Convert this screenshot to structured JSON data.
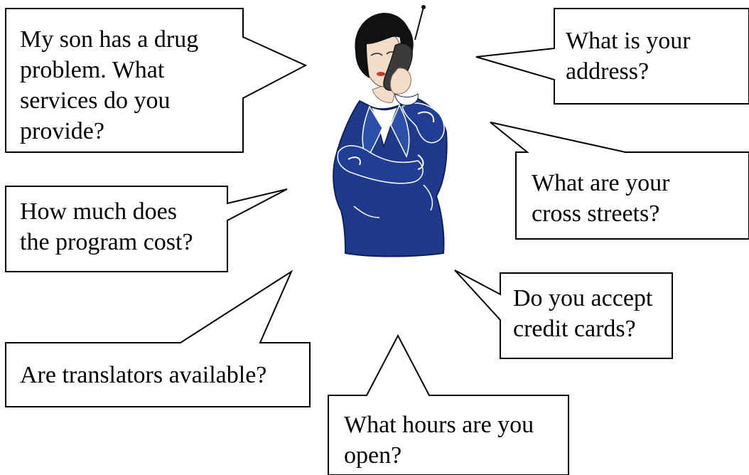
{
  "colors": {
    "ink": "#000000",
    "paper": "#ffffff",
    "suit": "#1f3a8a",
    "suit_dark": "#0d1f5c",
    "hair": "#111111",
    "skin": "#f3dcc8",
    "lips": "#c0392b",
    "phone": "#3a3a3a"
  },
  "figure": {
    "icon": "woman-on-phone-icon"
  },
  "questions": [
    {
      "id": "drug-problem",
      "text": "My son has a drug\nproblem.  What\nservices do you\nprovide?"
    },
    {
      "id": "address",
      "text": "What is your\naddress?"
    },
    {
      "id": "cross-streets",
      "text": "What are your\ncross streets?"
    },
    {
      "id": "program-cost",
      "text": "How much does\nthe program cost?"
    },
    {
      "id": "credit-cards",
      "text": "Do you accept\ncredit cards?"
    },
    {
      "id": "translators",
      "text": "Are translators available?"
    },
    {
      "id": "hours",
      "text": "What hours are you\nopen?"
    }
  ]
}
